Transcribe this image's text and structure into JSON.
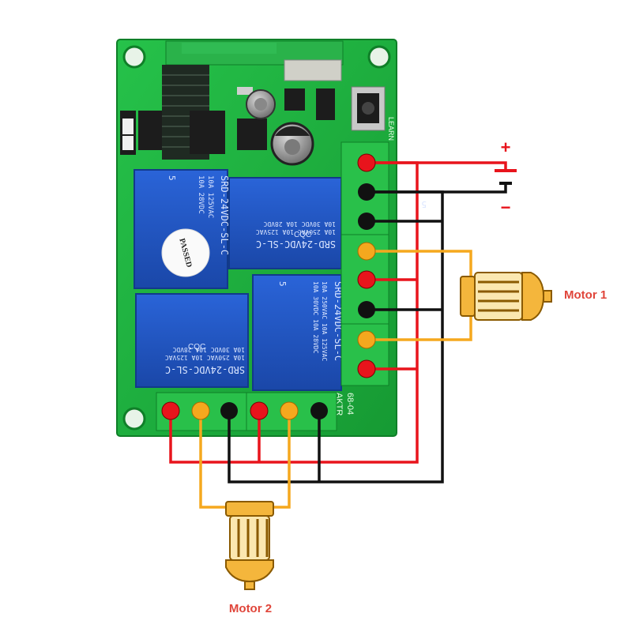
{
  "power": {
    "plus": "+",
    "minus": "−"
  },
  "motors": {
    "motor1_label": "Motor 1",
    "motor2_label": "Motor 2"
  },
  "relays": {
    "top_right": {
      "line1": "SRD-24VDC-SL-C",
      "line2": "10A 250VAC  10A 125VAC",
      "line3": "10A 30VDC  10A 28VDC",
      "mark": "5"
    },
    "top_left": {
      "line1": "SRD-24VDC-SL-C",
      "line2": "10A 125VAC",
      "line3": "10A 28VDC",
      "mark": "5"
    },
    "bottom_left": {
      "line1": "SRD-24VDC-SL-C",
      "line2": "10A 250VAC  10A 125VAC",
      "line3": "10A 30VDC  10A 28VDC",
      "mark": "5"
    },
    "bottom_right": {
      "line1": "SRD-24VDC-SL-C",
      "line2": "10A 250VAC  10A 125VAC",
      "line3": "10A 30VDC  10A 28VDC",
      "mark": "5"
    }
  },
  "sticker": "PASSED",
  "board": {
    "learn_label": "LEARN",
    "model_line1": "AKTR",
    "model_line2": "68-04"
  },
  "colors": {
    "board": "#1db33c",
    "relay": "#1f55c6",
    "wire_red": "#e8141c",
    "wire_black": "#111111",
    "wire_yellow": "#f5a81e",
    "motor": "#f4b63c",
    "label": "#e0453a"
  }
}
